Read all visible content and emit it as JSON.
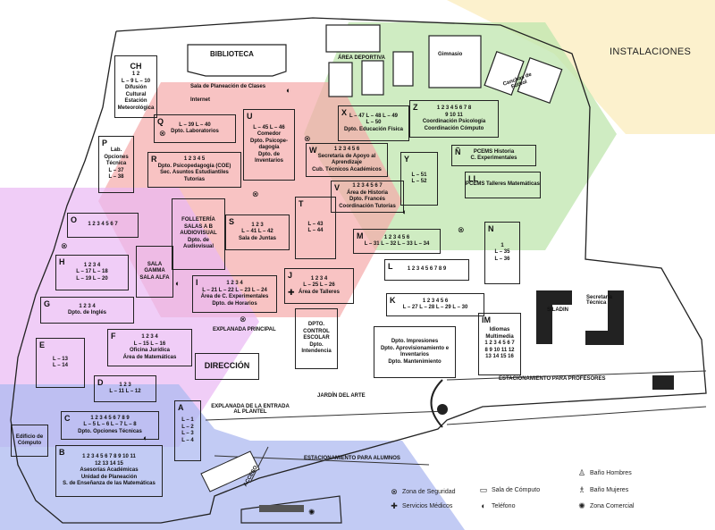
{
  "title": "INSTALACIONES",
  "labels": {
    "biblioteca": "BIBLIOTECA",
    "area_deportiva": "ÁREA DEPORTIVA",
    "gimnasio": "Gimnasio",
    "canchas": "Canchas de Fútbol",
    "explanada_principal": "EXPLANADA PRINCIPAL",
    "explanada_entrada": "EXPLANADA DE LA ENTRADA AL PLANTEL",
    "jardin": "JARDÍN DEL ARTE",
    "estacionamiento_profesores": "ESTACIONAMIENTO PARA PROFESORES",
    "estacionamiento_alumnos": "ESTACIONAMIENTO PARA ALUMNOS",
    "acceso": "ACCESO",
    "direccion": "DIRECCIÓN",
    "sala_planeacion": "Sala de Planeación de Clases",
    "internet": "Internet",
    "siladin": "SILADIN",
    "secretaria_tecnica": "Secretaría Técnica",
    "edificio_computo": "Edificio de Cómputo"
  },
  "buildings": {
    "CH": {
      "code": "CH",
      "lines": [
        "1  2",
        "L – 9  L – 10",
        "Difusión Cultural",
        "Estación Meteorológica"
      ]
    },
    "Q": {
      "code": "Q",
      "lines": [
        "L – 39  L – 40",
        "Dpto. Laboratorios"
      ]
    },
    "U": {
      "code": "U",
      "lines": [
        "L – 45  L – 46",
        "Comedor",
        "Dpto. Psicope- dagogía",
        "Dpto. de Inventarios"
      ]
    },
    "X": {
      "code": "X",
      "lines": [
        "L – 47  L – 48  L – 49",
        "L – 50",
        "Dpto. Educación Física"
      ]
    },
    "Z": {
      "code": "Z",
      "lines": [
        "1 2 3 4 5 6 7 8",
        "9  10  11",
        "Coordinación Psicología",
        "Coordinación Cómputo"
      ]
    },
    "P": {
      "code": "P",
      "lines": [
        "Lab. Opciones Técnica",
        "L – 37",
        "L – 38"
      ]
    },
    "R": {
      "code": "R",
      "lines": [
        "1 2 3 4 5",
        "Dpto. Psicopedagogía (COE)",
        "Sec. Asuntos Estudiantiles",
        "Tutorías"
      ]
    },
    "W": {
      "code": "W",
      "lines": [
        "1 2 3 4 5 6",
        "Secretaría de Apoyo al Aprendizaje",
        "Cub. Técnicos Académicos"
      ]
    },
    "Y": {
      "code": "Y",
      "lines": [
        "L – 51",
        "L – 52"
      ]
    },
    "N_TILDE": {
      "code": "Ñ",
      "lines": [
        "PCEMS Historia",
        "C. Experimentales"
      ]
    },
    "LL": {
      "code": "LL",
      "lines": [
        "PCEMS Talleres Matemáticas"
      ]
    },
    "V": {
      "code": "V",
      "lines": [
        "1 2 3 4 5 6 7",
        "Área de Historia",
        "Dpto. Francés",
        "Coordinación Tutorías"
      ]
    },
    "T": {
      "code": "T",
      "lines": [
        "L – 43",
        "L – 44"
      ]
    },
    "S": {
      "code": "S",
      "lines": [
        "1  2  3",
        "L – 41  L – 42",
        "Sala de Juntas"
      ]
    },
    "FOLLETERIA": {
      "code": "",
      "lines": [
        "FOLLETERÍA",
        "SALAS  A  B",
        "AUDIOVISUAL",
        "Dpto. de Audiovisual"
      ]
    },
    "O": {
      "code": "O",
      "lines": [
        "1 2 3 4 5 6 7"
      ]
    },
    "M": {
      "code": "M",
      "lines": [
        "1 2 3 4 5 6",
        "L – 31  L – 32  L – 33  L – 34"
      ]
    },
    "N": {
      "code": "N",
      "lines": [
        "1",
        "L – 35",
        "L – 36"
      ]
    },
    "H": {
      "code": "H",
      "lines": [
        "1  2  3  4",
        "L – 17  L – 18",
        "L – 19  L – 20"
      ]
    },
    "SALA": {
      "code": "",
      "lines": [
        "SALA GAMMA",
        "SALA ALFA"
      ]
    },
    "I": {
      "code": "I",
      "lines": [
        "1  2  3  4",
        "L – 21  L – 22  L – 23  L – 24",
        "Área de C. Experimentales",
        "Dpto. de Horarios"
      ]
    },
    "J": {
      "code": "J",
      "lines": [
        "1  2  3  4",
        "L – 25  L – 26",
        "Área de Talleres"
      ]
    },
    "L": {
      "code": "L",
      "lines": [
        "1 2 3 4 5 6 7 8 9"
      ]
    },
    "K": {
      "code": "K",
      "lines": [
        "1 2 3 4 5 6",
        "L – 27  L – 28  L – 29  L – 30"
      ]
    },
    "G": {
      "code": "G",
      "lines": [
        "1 2 3 4",
        "Dpto. de Inglés"
      ]
    },
    "E": {
      "code": "E",
      "lines": [
        "L – 13",
        "L – 14"
      ]
    },
    "F": {
      "code": "F",
      "lines": [
        "1  2  3  4",
        "L – 15  L – 16",
        "Oficina Jurídica",
        "Área de Matemáticas"
      ]
    },
    "CONTROL": {
      "code": "",
      "lines": [
        "DPTO. CONTROL ESCOLAR",
        "Dpto. Intendencia"
      ]
    },
    "IMPRESIONES": {
      "code": "",
      "lines": [
        "Dpto. Impresiones",
        "Dpto. Aprovisionamiento e Inventarios",
        "Dpto. Mantenimiento"
      ]
    },
    "IM": {
      "code": "IM",
      "lines": [
        "Idiomas Multimedia",
        "1 2 3 4 5 6 7",
        "8 9 10 11 12",
        "13 14 15 16"
      ]
    },
    "D": {
      "code": "D",
      "lines": [
        "1  2  3",
        "L – 11  L – 12"
      ]
    },
    "C": {
      "code": "C",
      "lines": [
        "1 2 3 4 5 6 7 8 9",
        "L – 5  L – 6  L – 7  L – 8",
        "Dpto. Opciones Técnicas"
      ]
    },
    "A": {
      "code": "A",
      "lines": [
        "L – 1",
        "L – 2",
        "L – 3",
        "L – 4"
      ]
    },
    "B": {
      "code": "B",
      "lines": [
        "1 2 3 4 5 6 7 8 9 10 11",
        "12  13  14  15",
        "Asesorías Académicas",
        "Unidad de Planeación",
        "S. de Enseñanza de las Matemáticas"
      ]
    }
  },
  "legend": {
    "seguridad": "Zona de Seguridad",
    "medicos": "Servicios Médicos",
    "computo": "Sala de Cómputo",
    "telefono": "Teléfono",
    "hombres": "Baño Hombres",
    "mujeres": "Baño Mujeres",
    "comercial": "Zona Comercial"
  },
  "colors": {
    "yellow": "#fcefc8",
    "green": "#bfe6ae",
    "red": "#f5a9a9",
    "pink": "#eab8f4",
    "blue": "#aeb9f0"
  }
}
